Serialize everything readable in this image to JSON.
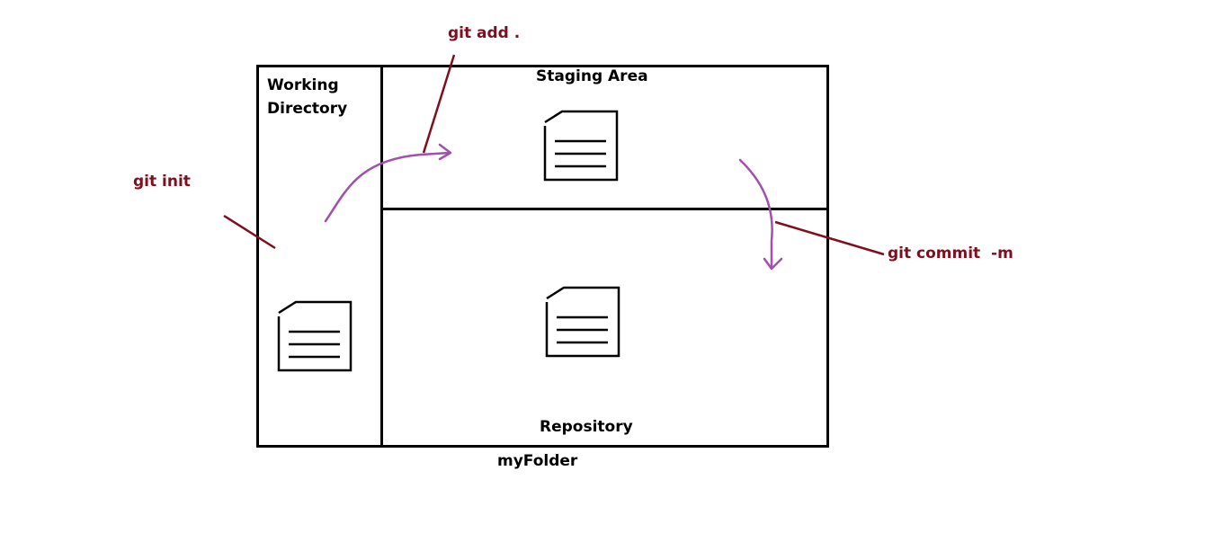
{
  "colors": {
    "box_stroke": "#000000",
    "arrow_stroke": "#a34fb0",
    "command_text": "#7f0f1f",
    "command_pointer": "#7f0f1f",
    "label_text": "#000000",
    "background": "#ffffff"
  },
  "labels": {
    "working_directory_line1": "Working",
    "working_directory_line2": "Directory",
    "staging_area": "Staging Area",
    "repository": "Repository",
    "folder": "myFolder"
  },
  "commands": {
    "init": "git init",
    "add": "git add .",
    "commit": "git commit  -m"
  },
  "icons": {
    "working_file": "document-icon",
    "staged_file": "document-icon",
    "committed_file": "document-icon"
  }
}
